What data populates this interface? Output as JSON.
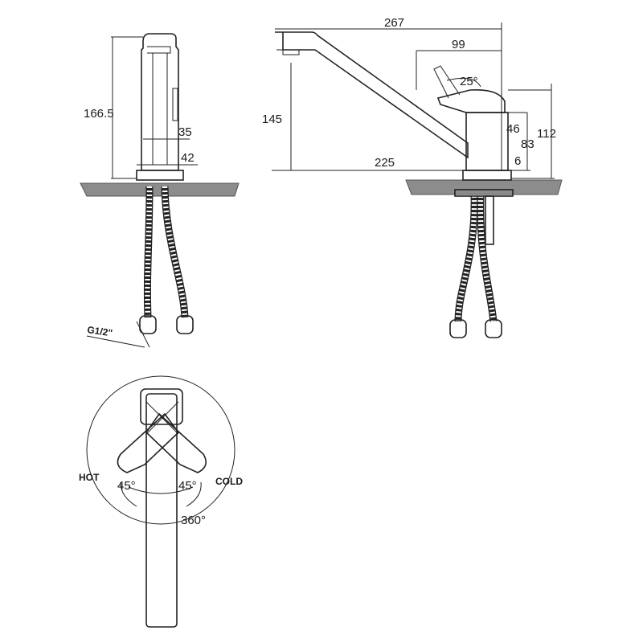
{
  "dimensions": {
    "side_height": "166.5",
    "side_width_inner": "35",
    "side_width_outer": "42",
    "front_total_length": "267",
    "front_handle_length": "99",
    "handle_angle": "25°",
    "spout_height": "145",
    "body_height": "46",
    "base_height": "83",
    "total_height": "112",
    "spout_reach": "225",
    "base_thickness": "6"
  },
  "labels": {
    "thread": "G1/2\"",
    "hot": "HOT",
    "cold": "COLD",
    "left_angle": "45°",
    "right_angle": "45°",
    "rotation": "360°"
  }
}
